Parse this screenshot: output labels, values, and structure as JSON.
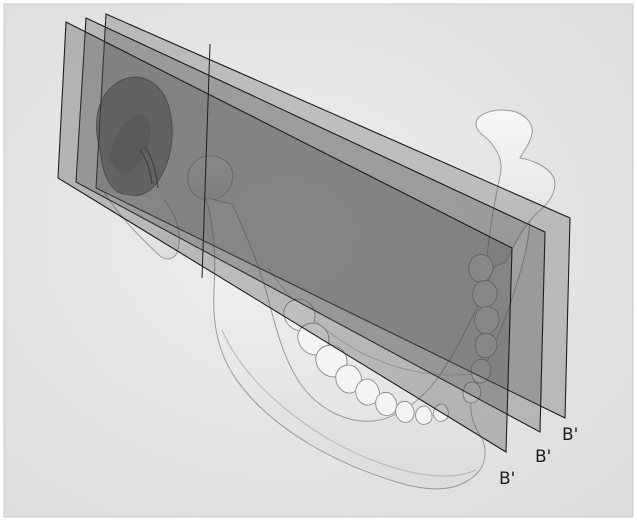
{
  "labels": {
    "plane_front": "B'",
    "plane_middle": "B'",
    "plane_back": "B'"
  },
  "colors": {
    "background_paper": "#e6e6e6",
    "frame": "#c9c9c9",
    "plane_fill": "#505050",
    "plane_edge": "#1e1e1e",
    "bone": "#f1f1ef",
    "bone_shadow": "#a8a8a8",
    "teeth": "#f4f4f2"
  },
  "icons": {
    "figure": "mandible-with-oblique-planes"
  }
}
